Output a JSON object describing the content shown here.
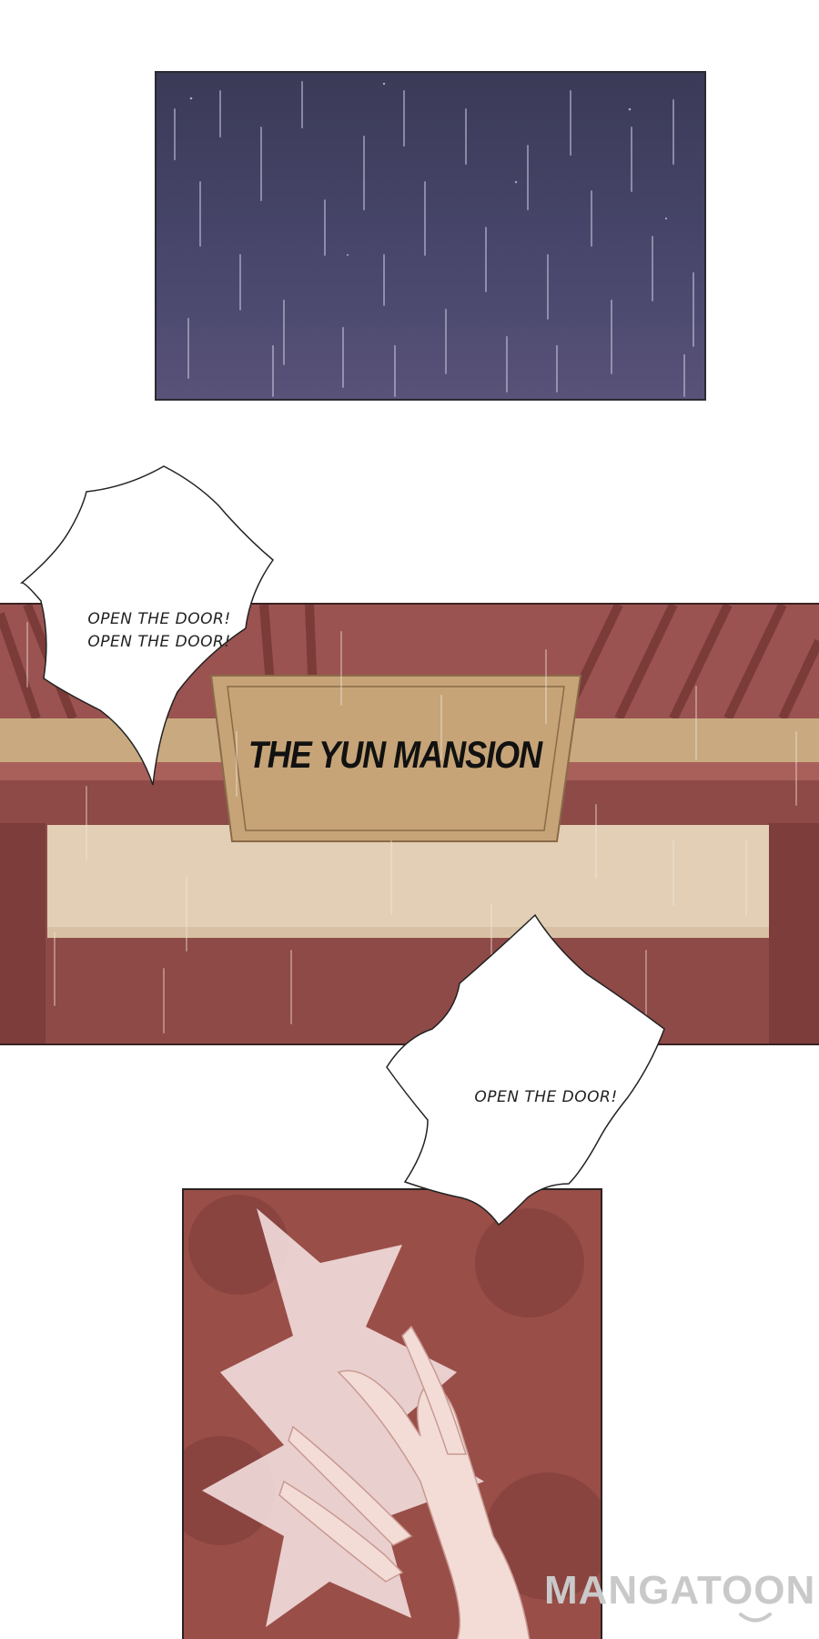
{
  "panels": {
    "gate": {
      "sign_text": "THE YUN MANSION"
    }
  },
  "bubbles": {
    "bubble_1": {
      "line_1": "OPEN THE DOOR!",
      "line_2": "OPEN THE DOOR!"
    },
    "bubble_2": {
      "line_1": "OPEN THE DOOR!"
    }
  },
  "watermark": {
    "text": "MANGATOON"
  },
  "colors": {
    "sky": "#454468",
    "gate_red": "#8c4848",
    "plaque": "#c6a477",
    "hand_bg": "#9a4e48"
  }
}
